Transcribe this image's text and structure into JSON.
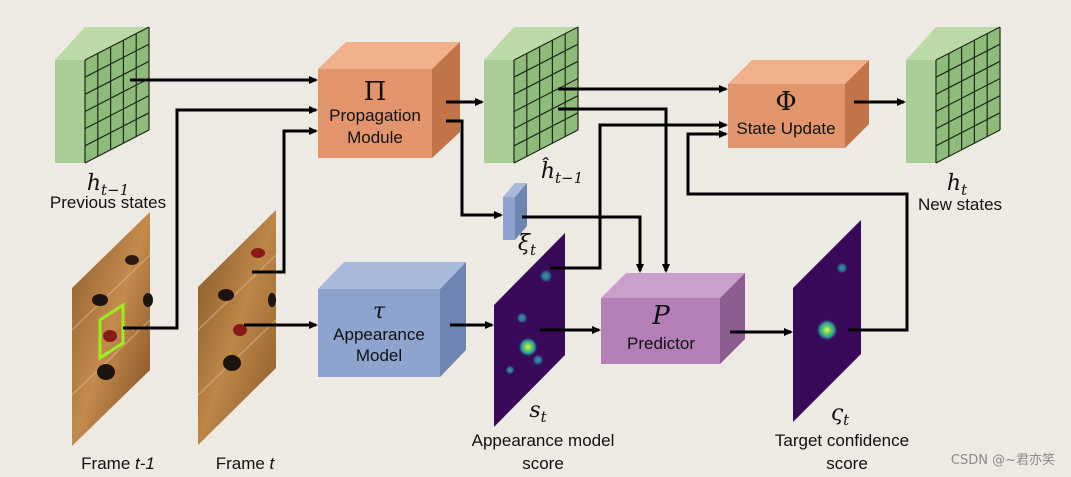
{
  "previous_states": {
    "symbol": "h",
    "subscript": "t−1",
    "label": "Previous states"
  },
  "propagated_states": {
    "symbol": "ĥ",
    "subscript": "t−1"
  },
  "new_states": {
    "symbol": "h",
    "subscript": "t",
    "label": "New states"
  },
  "propagation_module": {
    "symbol": "Π",
    "line1": "Propagation",
    "line2": "Module"
  },
  "state_update": {
    "symbol": "Φ",
    "line1": "State Update"
  },
  "appearance_model": {
    "symbol": "τ",
    "line1": "Appearance",
    "line2": "Model"
  },
  "predictor": {
    "symbol": "P",
    "line1": "Predictor"
  },
  "xi": {
    "symbol": "ξ",
    "subscript": "t"
  },
  "appearance_score": {
    "symbol": "s",
    "subscript": "t",
    "line1": "Appearance model",
    "line2": "score"
  },
  "target_confidence": {
    "symbol": "ς",
    "subscript": "t",
    "line1": "Target confidence",
    "line2": "score"
  },
  "frame_prev": {
    "prefix": "Frame ",
    "italic": "t-1"
  },
  "frame_curr": {
    "prefix": "Frame ",
    "italic": "t"
  },
  "watermark": "CSDN @~君亦笑",
  "colors": {
    "grid_green": "#99c283",
    "orange_module": "#e2956c",
    "blue_module": "#8ea4cf",
    "purple_module": "#b37fb6",
    "heatmap_bg": "#3a0a5a",
    "highlight_box": "#99ee22"
  }
}
